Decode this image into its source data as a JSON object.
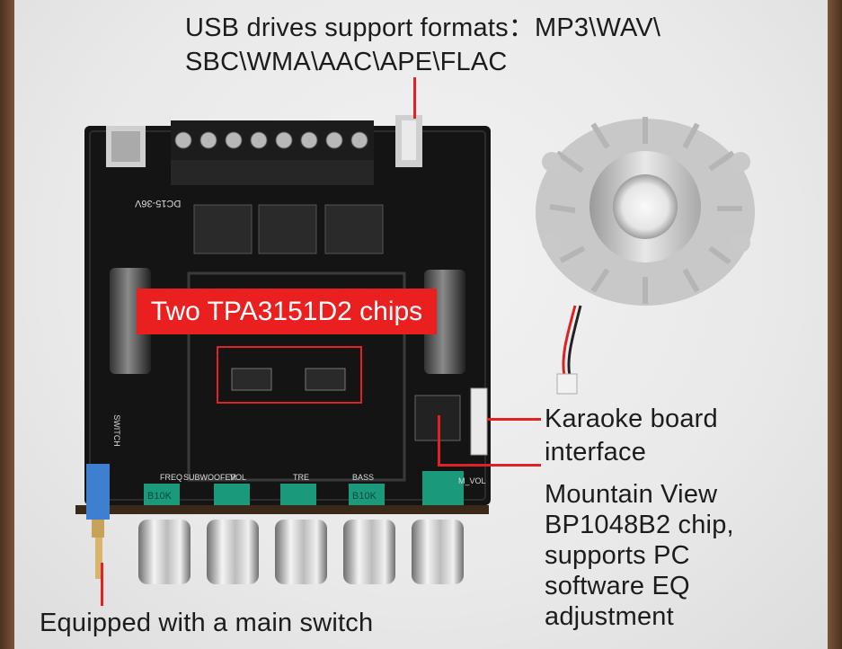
{
  "labels": {
    "usb_formats_line1": "USB drives support formats：MP3\\WAV\\",
    "usb_formats_line2": "SBC\\WMA\\AAC\\APE\\FLAC",
    "chips": "Two TPA3151D2 chips",
    "karaoke_line1": "Karaoke board",
    "karaoke_line2": "interface",
    "chip_line1": "Mountain View",
    "chip_line2": "BP1048B2 chip,",
    "chip_line3": "supports PC",
    "chip_line4": "software EQ",
    "chip_line5": "adjustment",
    "switch": "Equipped with a main switch"
  },
  "board_silkscreen": {
    "power": "DC15-36V",
    "knobs": [
      "FREQ",
      "SUBWOOFER",
      "VOL",
      "TRE",
      "BASS",
      "M_VOL"
    ],
    "pot_markings": [
      "B10K",
      "B10K"
    ],
    "switch": "SWITCH"
  },
  "colors": {
    "accent": "#ea2020",
    "callout_line": "#e02222",
    "pcb": "#141414"
  }
}
